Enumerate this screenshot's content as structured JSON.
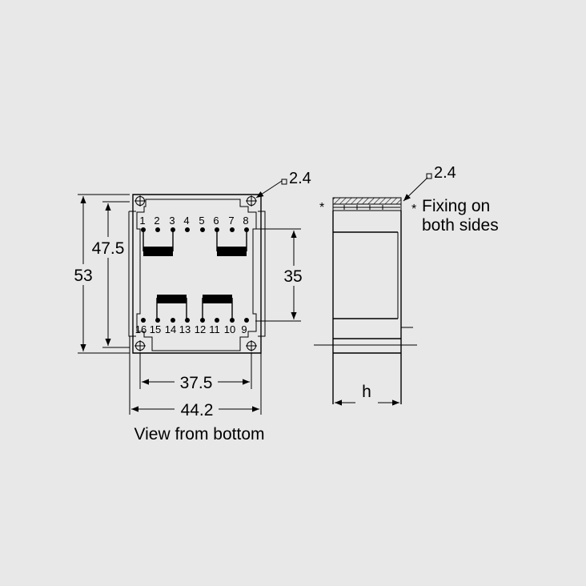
{
  "caption": "View from bottom",
  "dimensions": {
    "height_outer": "53",
    "height_inner": "47.5",
    "pin_span_vertical": "35",
    "pin_span_horizontal": "37.5",
    "width_outer": "44.2",
    "hole_size_front": "2.4",
    "hole_size_side": "2.4",
    "side_width": "h"
  },
  "pins_top": [
    "1",
    "2",
    "3",
    "4",
    "5",
    "6",
    "7",
    "8"
  ],
  "pins_bottom": [
    "16",
    "15",
    "14",
    "13",
    "12",
    "11",
    "10",
    "9"
  ],
  "note": {
    "marker": "*",
    "marker_right": "*",
    "line1": "Fixing on",
    "line2": "both sides"
  },
  "colors": {
    "background": "#e8e8e8",
    "ink": "#000000"
  }
}
